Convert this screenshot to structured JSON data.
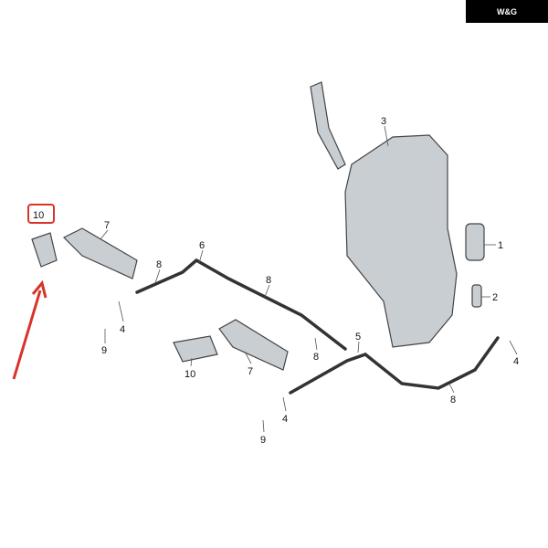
{
  "logo": {
    "text": "W&G"
  },
  "callouts": {
    "highlighted_part": "10",
    "labels": [
      "7",
      "8",
      "6",
      "8",
      "3",
      "1",
      "2",
      "4",
      "9",
      "10",
      "7",
      "8",
      "5",
      "4",
      "9",
      "4",
      "8"
    ]
  },
  "colors": {
    "highlight": "#d9332a",
    "arrow": "#d9332a",
    "part_fill": "#c9ced3",
    "part_stroke": "#444"
  }
}
